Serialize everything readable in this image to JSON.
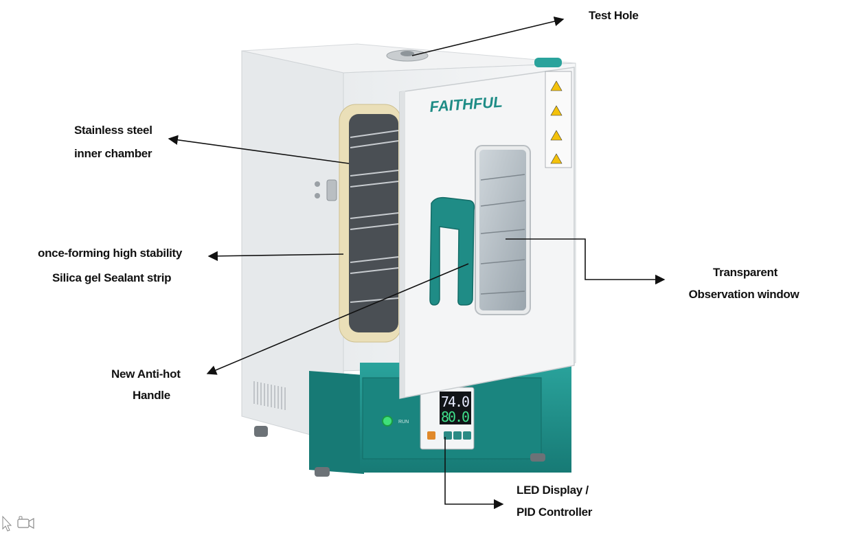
{
  "brand": "FAITHFUL",
  "callouts": {
    "test_hole": "Test Hole",
    "inner_chamber_line1": "Stainless steel",
    "inner_chamber_line2": "inner chamber",
    "sealant_line1": "once-forming high stability",
    "sealant_line2": "Silica gel Sealant strip",
    "window_line1": "Transparent",
    "window_line2": "Observation window",
    "handle_line1": "New Anti-hot",
    "handle_line2": "Handle",
    "display_line1": "LED Display /",
    "display_line2": "PID Controller"
  },
  "controller": {
    "actual_temp": "74.0",
    "set_temp": "80.0",
    "run_label": "RUN"
  },
  "colors": {
    "teal": "#1f8c86",
    "body": "#eef0f1",
    "seal": "#eadfb8",
    "led_green": "#3fe08a",
    "led_white": "#e8ecff"
  }
}
